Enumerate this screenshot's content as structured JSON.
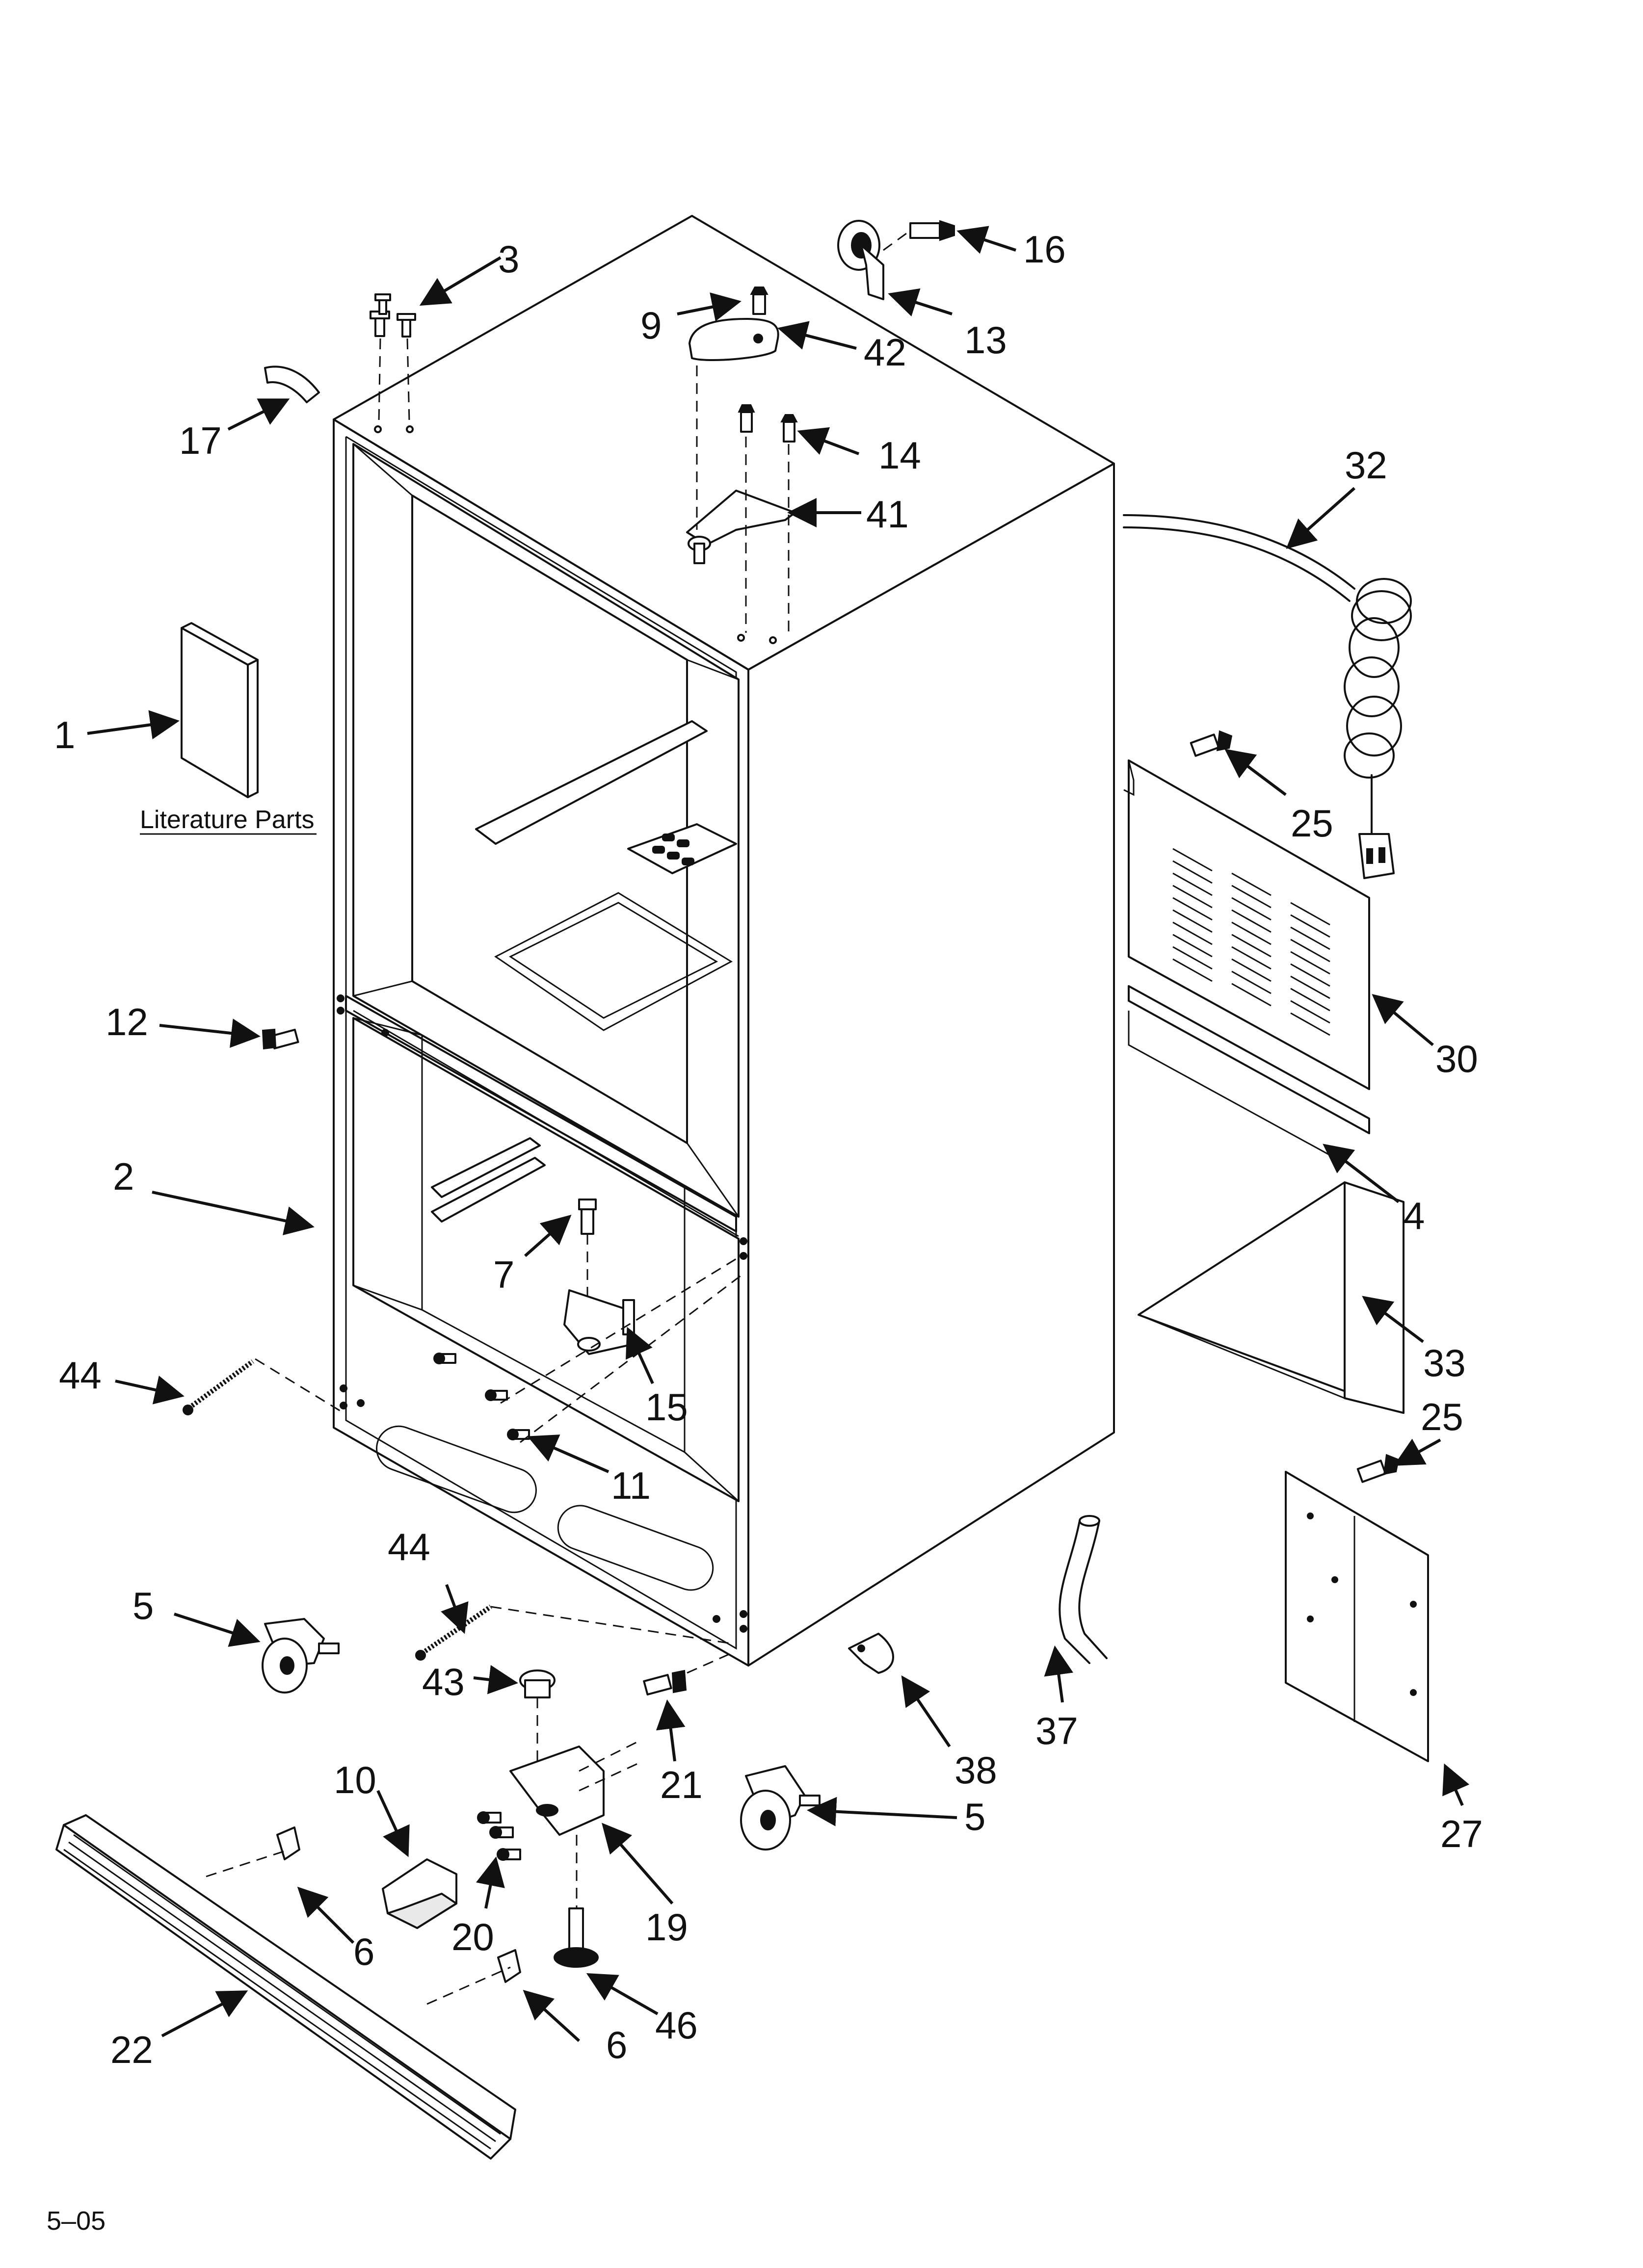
{
  "labels": {
    "l1": "1",
    "l2": "2",
    "l3": "3",
    "l4": "4",
    "l5a": "5",
    "l5b": "5",
    "l6a": "6",
    "l6b": "6",
    "l7": "7",
    "l9": "9",
    "l10": "10",
    "l11": "11",
    "l12": "12",
    "l13": "13",
    "l14": "14",
    "l15": "15",
    "l16": "16",
    "l17": "17",
    "l19": "19",
    "l20": "20",
    "l21": "21",
    "l22": "22",
    "l25a": "25",
    "l25b": "25",
    "l27": "27",
    "l30": "30",
    "l32": "32",
    "l33": "33",
    "l37": "37",
    "l38": "38",
    "l41": "41",
    "l42": "42",
    "l43": "43",
    "l44a": "44",
    "l44b": "44",
    "l46": "46"
  },
  "literature_caption": "Literature Parts",
  "footer_code": "5–05"
}
